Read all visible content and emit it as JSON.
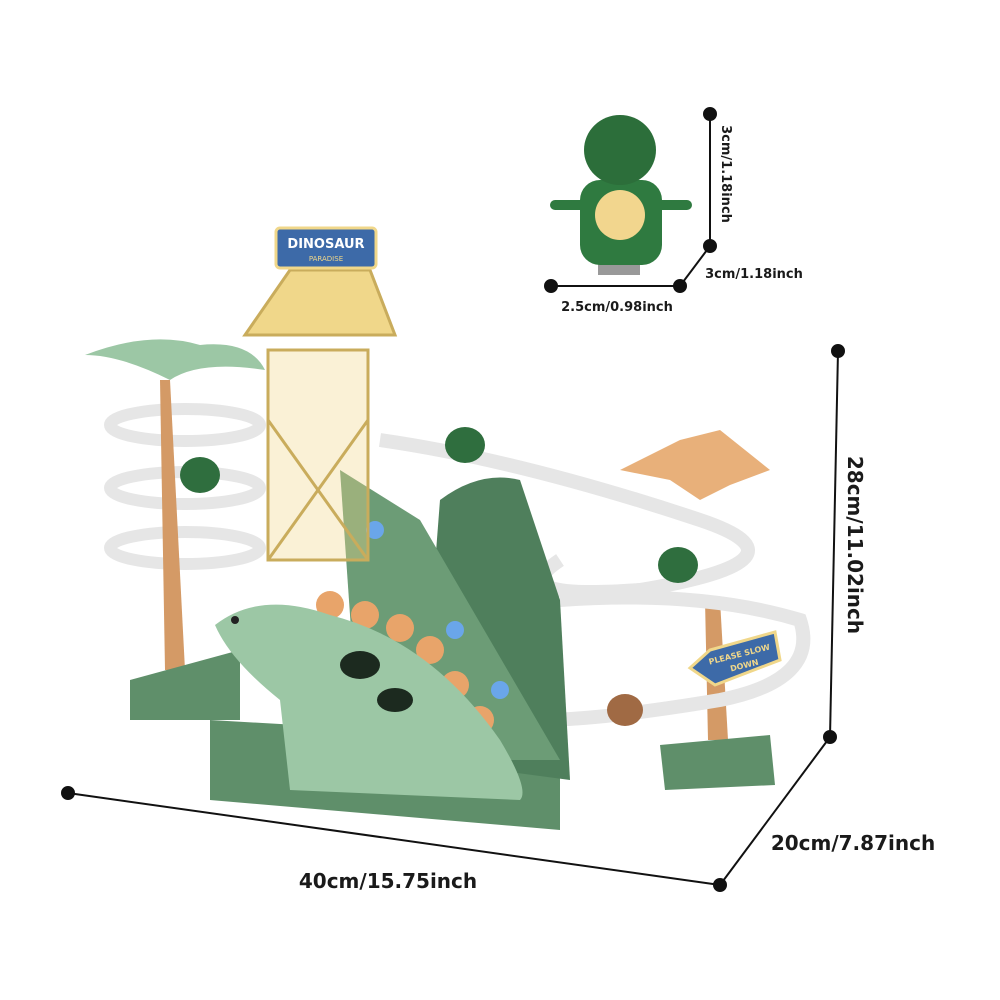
{
  "product": {
    "sign_title": "DINOSAUR",
    "sign_subtitle": "PARADISE",
    "road_sign_line1": "PLEASE SLOW",
    "road_sign_line2": "DOWN"
  },
  "dimensions": {
    "main_width": "40cm/15.75inch",
    "main_depth": "20cm/7.87inch",
    "main_height": "28cm/11.02inch",
    "car_width": "2.5cm/0.98inch",
    "car_depth": "3cm/1.18inch",
    "car_height": "3cm/1.18inch"
  },
  "colors": {
    "base_green": "#5f8f6a",
    "light_green": "#9cc7a5",
    "dark_green": "#2f6e3e",
    "tower_yellow": "#f0d78a",
    "track_white": "#f2f2f2",
    "spike_orange": "#e8a46a"
  }
}
